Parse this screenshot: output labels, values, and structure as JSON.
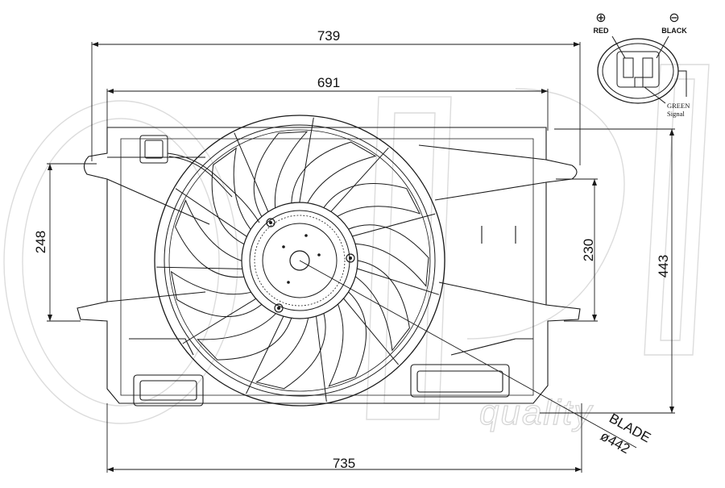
{
  "drawing": {
    "dimensions": {
      "overall_width": "739",
      "shroud_width": "691",
      "base_width": "735",
      "left_height": "248",
      "right_inner_height": "230",
      "overall_height": "443",
      "blade_label": "BLADE",
      "blade_diameter": "ø442"
    },
    "connector": {
      "positive_symbol": "⊕",
      "negative_symbol": "⊖",
      "positive_label": "RED",
      "negative_label": "BLACK",
      "signal_label_1": "GREEN",
      "signal_label_2": "Signal"
    },
    "watermark": {
      "text": "quality"
    },
    "colors": {
      "line": "#1a1a1a",
      "watermark": "#d6d6d6"
    }
  }
}
